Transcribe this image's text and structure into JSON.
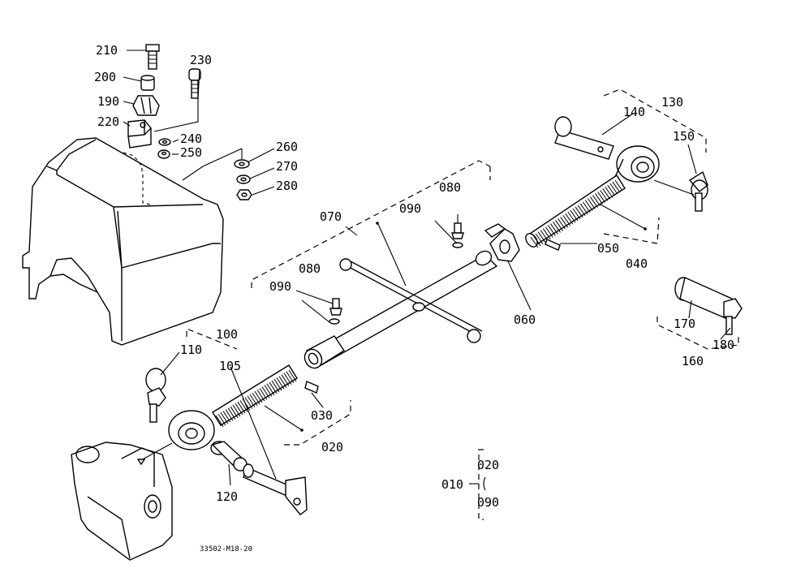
{
  "diagram": {
    "drawing_number": "33502-M18-20",
    "labels": [
      {
        "id": "210",
        "text": "210"
      },
      {
        "id": "200",
        "text": "200"
      },
      {
        "id": "190",
        "text": "190"
      },
      {
        "id": "220",
        "text": "220"
      },
      {
        "id": "230",
        "text": "230"
      },
      {
        "id": "240",
        "text": "240"
      },
      {
        "id": "250",
        "text": "250"
      },
      {
        "id": "260",
        "text": "260"
      },
      {
        "id": "270",
        "text": "270"
      },
      {
        "id": "280",
        "text": "280"
      },
      {
        "id": "070",
        "text": "070"
      },
      {
        "id": "090a",
        "text": "090"
      },
      {
        "id": "080a",
        "text": "080"
      },
      {
        "id": "080b",
        "text": "080"
      },
      {
        "id": "090b",
        "text": "090"
      },
      {
        "id": "130",
        "text": "130"
      },
      {
        "id": "140",
        "text": "140"
      },
      {
        "id": "150",
        "text": "150"
      },
      {
        "id": "050",
        "text": "050"
      },
      {
        "id": "040",
        "text": "040"
      },
      {
        "id": "060",
        "text": "060"
      },
      {
        "id": "170",
        "text": "170"
      },
      {
        "id": "180",
        "text": "180"
      },
      {
        "id": "160",
        "text": "160"
      },
      {
        "id": "100",
        "text": "100"
      },
      {
        "id": "110",
        "text": "110"
      },
      {
        "id": "105",
        "text": "105"
      },
      {
        "id": "030",
        "text": "030"
      },
      {
        "id": "020",
        "text": "020"
      },
      {
        "id": "120",
        "text": "120"
      },
      {
        "id": "010",
        "text": "010"
      },
      {
        "id": "020b",
        "text": "020"
      },
      {
        "id": "090c",
        "text": "090"
      }
    ]
  }
}
